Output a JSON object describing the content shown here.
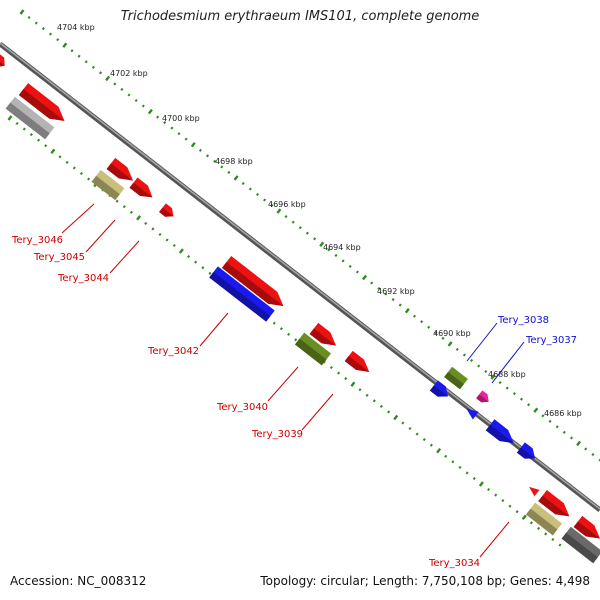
{
  "title": "Trichodesmium erythraeum IMS101, complete genome",
  "accession": "Accession: NC_008312",
  "topology": "Topology: circular; Length: 7,750,108 bp; Genes: 4,498",
  "scale_labels": [
    "4704 kbp",
    "4702 kbp",
    "4700 kbp",
    "4698 kbp",
    "4696 kbp",
    "4694 kbp",
    "4692 kbp",
    "4690 kbp",
    "4688 kbp",
    "4686 kbp"
  ],
  "colors": {
    "backbone": "#8a8a8a",
    "ticks": "#2e8b1e",
    "gene_red": "#ee1111",
    "gene_blue": "#1a1aee",
    "gene_olive": "#6b8e23",
    "gene_khaki": "#c8c07a",
    "gene_gray": "#b4b4b4",
    "gene_dark": "#6a6a6a",
    "gene_pink": "#ee2299",
    "label_red": "#cc0000",
    "label_blue": "#1111cc"
  },
  "gene_labels": [
    {
      "name": "Tery_3046",
      "color": "red"
    },
    {
      "name": "Tery_3045",
      "color": "red"
    },
    {
      "name": "Tery_3044",
      "color": "red"
    },
    {
      "name": "Tery_3042",
      "color": "red"
    },
    {
      "name": "Tery_3040",
      "color": "red"
    },
    {
      "name": "Tery_3039",
      "color": "red"
    },
    {
      "name": "Tery_3034",
      "color": "red"
    },
    {
      "name": "Tery_3038",
      "color": "blue"
    },
    {
      "name": "Tery_3037",
      "color": "blue"
    }
  ]
}
